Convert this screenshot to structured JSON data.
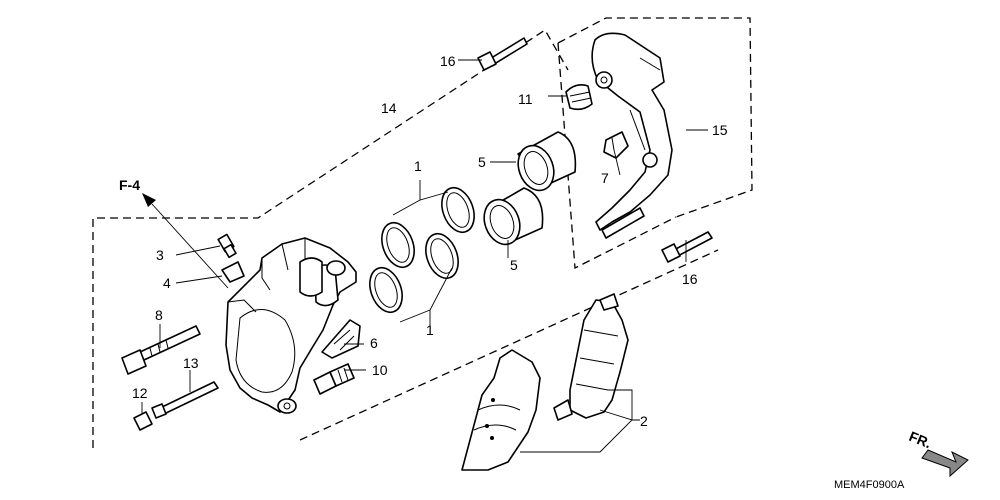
{
  "callouts": {
    "c16a": "16",
    "c11": "11",
    "c14": "14",
    "c15": "15",
    "c1a": "1",
    "c5a": "5",
    "c7": "7",
    "c5b": "5",
    "c16b": "16",
    "c1b": "1",
    "c3": "3",
    "c4": "4",
    "c6": "6",
    "c8": "8",
    "c10": "10",
    "c13": "13",
    "c12": "12",
    "c2": "2"
  },
  "reference": {
    "f4": "F-4",
    "front_marker": "FR.",
    "diagram_code": "MEM4F0900A"
  }
}
